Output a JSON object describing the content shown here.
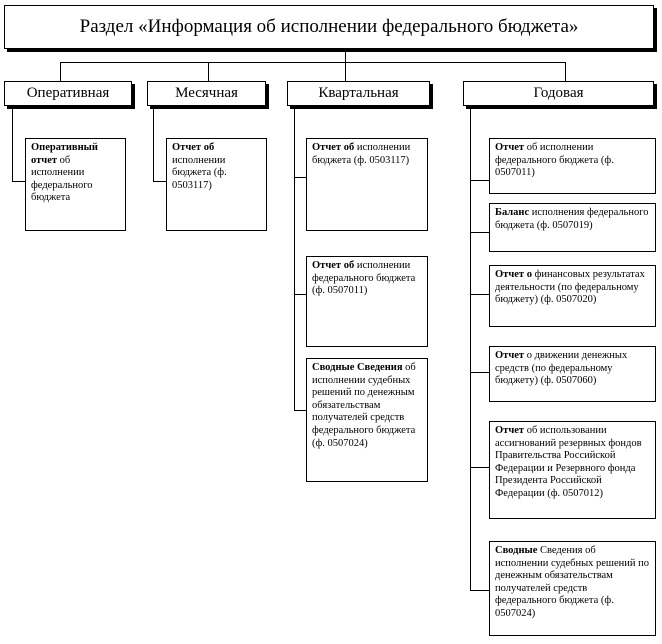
{
  "root": {
    "title": "Раздел «Информация об исполнении федерального бюджета»"
  },
  "categories": [
    {
      "label": "Оперативная",
      "items": [
        {
          "bold": "Оперативный отчет",
          "rest": " об исполнении федерального бюджета"
        }
      ]
    },
    {
      "label": "Месячная",
      "items": [
        {
          "bold": "Отчет об",
          "rest": " исполнении бюджета (ф. 0503117)"
        }
      ]
    },
    {
      "label": "Квартальная",
      "items": [
        {
          "bold": "Отчет об",
          "rest": " исполнении бюджета (ф. 0503117)"
        },
        {
          "bold": "Отчет об",
          "rest": " исполнении федерального бюджета (ф. 0507011)"
        },
        {
          "bold": "Сводные Сведения",
          "rest": " об исполнении судебных решений по денежным обязательствам получателей средств федерального бюджета (ф. 0507024)"
        }
      ]
    },
    {
      "label": "Годовая",
      "items": [
        {
          "bold": "Отчет",
          "rest": " об исполнении федерального бюджета (ф. 0507011)"
        },
        {
          "bold": "Баланс",
          "rest": " исполнения федерального бюджета (ф. 0507019)"
        },
        {
          "bold": "Отчет о",
          "rest": " финансовых результатах деятельности (по федеральному бюджету) (ф. 0507020)"
        },
        {
          "bold": "Отчет",
          "rest": " о движении денежных средств (по федеральному бюджету) (ф. 0507060)"
        },
        {
          "bold": "Отчет",
          "rest": " об использовании ассигнований резервных фондов Правительства Российской Федерации и Резервного фонда Президента Российской Федерации (ф. 0507012)"
        },
        {
          "bold": "Сводные",
          "rest": " Сведения об исполнении судебных решений по денежным обязательствам получателей средств федерального бюджета (ф. 0507024)"
        }
      ]
    }
  ]
}
